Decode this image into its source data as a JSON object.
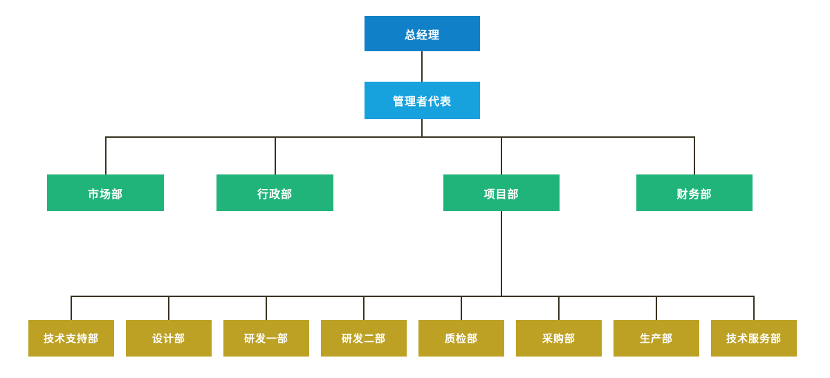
{
  "colors": {
    "node-top": "#1081c8",
    "node-rep": "#17a2de",
    "node-dept": "#21b47a",
    "node-sub": "#bda125",
    "connector": "#37311f",
    "node-text": "#ffffff",
    "background": "#ffffff"
  },
  "org_chart": {
    "type": "organization-chart",
    "root": {
      "label": "总经理"
    },
    "representative": {
      "label": "管理者代表"
    },
    "departments": [
      {
        "label": "市场部"
      },
      {
        "label": "行政部"
      },
      {
        "label": "项目部"
      },
      {
        "label": "财务部"
      }
    ],
    "project_sub_departments": [
      {
        "label": "技术支持部"
      },
      {
        "label": "设计部"
      },
      {
        "label": "研发一部"
      },
      {
        "label": "研发二部"
      },
      {
        "label": "质检部"
      },
      {
        "label": "采购部"
      },
      {
        "label": "生产部"
      },
      {
        "label": "技术服务部"
      }
    ]
  }
}
